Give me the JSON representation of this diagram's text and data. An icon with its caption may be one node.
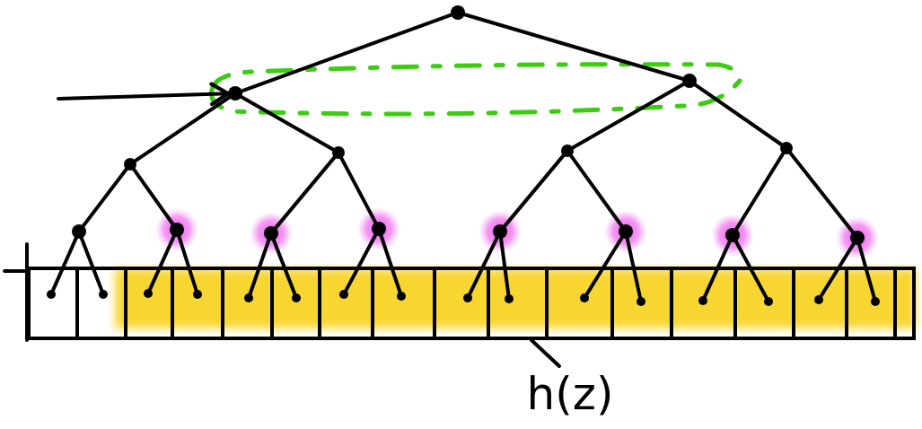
{
  "diagram": {
    "nodes": [
      {
        "text": [],
        "shape": "circle"
      },
      {
        "text": [],
        "shape": "circle"
      },
      {
        "text": [],
        "shape": "circle"
      },
      {
        "text": [],
        "shape": "circle"
      },
      {
        "text": [],
        "shape": "circle"
      },
      {
        "text": [],
        "shape": "circle"
      },
      {
        "text": [],
        "shape": "circle"
      },
      {
        "text": [],
        "shape": "circle"
      },
      {
        "text": [],
        "shape": "circle"
      },
      {
        "text": [],
        "shape": "circle"
      },
      {
        "text": [],
        "shape": "circle"
      },
      {
        "text": [],
        "shape": "circle"
      },
      {
        "text": [],
        "shape": "circle"
      },
      {
        "text": [],
        "shape": "circle"
      },
      {
        "text": [],
        "shape": "circle"
      },
      {
        "text": [],
        "shape": "box"
      },
      {
        "text": [],
        "shape": "circle",
        "in": 15
      },
      {
        "text": [],
        "shape": "circle",
        "in": 15
      },
      {
        "text": [],
        "shape": "circle",
        "in": 15
      },
      {
        "text": [],
        "shape": "circle",
        "in": 15
      },
      {
        "text": [],
        "shape": "circle",
        "in": 15
      },
      {
        "text": [],
        "shape": "circle",
        "in": 15
      },
      {
        "text": [],
        "shape": "circle",
        "in": 15
      },
      {
        "text": [],
        "shape": "circle",
        "in": 15
      },
      {
        "text": [],
        "shape": "circle",
        "in": 15
      },
      {
        "text": [],
        "shape": "circle",
        "in": 15
      },
      {
        "text": [],
        "shape": "circle",
        "in": 15
      },
      {
        "text": [],
        "shape": "circle",
        "in": 15
      },
      {
        "text": [],
        "shape": "circle",
        "in": 15
      },
      {
        "text": [],
        "shape": "circle",
        "in": 15
      },
      {
        "text": [],
        "shape": "circle",
        "in": 15
      },
      {
        "text": [],
        "shape": "circle",
        "in": 15
      },
      {
        "text": [
          "h(z)"
        ]
      }
    ],
    "edges": [
      {
        "from": 0,
        "to": 1,
        "arrow": "none"
      },
      {
        "from": 0,
        "to": 2,
        "arrow": "none"
      },
      {
        "from": 1,
        "to": 3,
        "arrow": "none"
      },
      {
        "from": 1,
        "to": 4,
        "arrow": "none"
      },
      {
        "from": 2,
        "to": 5,
        "arrow": "none"
      },
      {
        "from": 2,
        "to": 6,
        "arrow": "none"
      },
      {
        "from": 3,
        "to": 7,
        "arrow": "none"
      },
      {
        "from": 3,
        "to": 8,
        "arrow": "none"
      },
      {
        "from": 4,
        "to": 9,
        "arrow": "none"
      },
      {
        "from": 4,
        "to": 10,
        "arrow": "none"
      },
      {
        "from": 5,
        "to": 11,
        "arrow": "none"
      },
      {
        "from": 5,
        "to": 12,
        "arrow": "none"
      },
      {
        "from": 6,
        "to": 13,
        "arrow": "none"
      },
      {
        "from": 6,
        "to": 14,
        "arrow": "none"
      },
      {
        "from": 7,
        "to": 16,
        "arrow": "none"
      },
      {
        "from": 7,
        "to": 17,
        "arrow": "none"
      },
      {
        "from": 8,
        "to": 18,
        "arrow": "none"
      },
      {
        "from": 8,
        "to": 19,
        "arrow": "none"
      },
      {
        "from": 9,
        "to": 20,
        "arrow": "none"
      },
      {
        "from": 9,
        "to": 21,
        "arrow": "none"
      },
      {
        "from": 10,
        "to": 22,
        "arrow": "none"
      },
      {
        "from": 10,
        "to": 23,
        "arrow": "none"
      },
      {
        "from": 11,
        "to": 24,
        "arrow": "none"
      },
      {
        "from": 11,
        "to": 25,
        "arrow": "none"
      },
      {
        "from": 12,
        "to": 26,
        "arrow": "none"
      },
      {
        "from": 12,
        "to": 27,
        "arrow": "none"
      },
      {
        "from": 13,
        "to": 28,
        "arrow": "none"
      },
      {
        "from": 13,
        "to": 29,
        "arrow": "none"
      },
      {
        "from": 14,
        "to": 30,
        "arrow": "none"
      },
      {
        "from": 14,
        "to": 31,
        "arrow": "none"
      },
      {
        "from": 32,
        "to": 15,
        "arrow": "none"
      },
      {
        "from": null,
        "to": 1,
        "arrow": "to"
      }
    ]
  }
}
